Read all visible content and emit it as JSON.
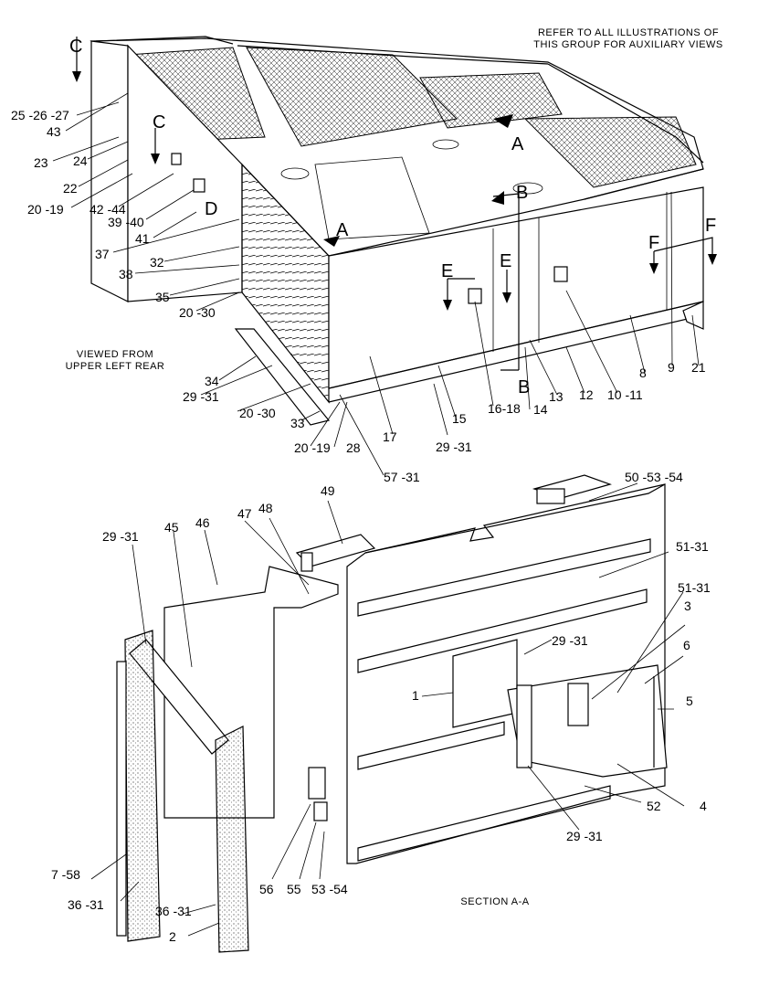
{
  "notes": {
    "refer_line1": "REFER TO ALL ILLUSTRATIONS OF",
    "refer_line2": "THIS GROUP FOR AUXILIARY VIEWS",
    "viewed_line1": "VIEWED FROM",
    "viewed_line2": "UPPER LEFT REAR",
    "section": "SECTION A-A"
  },
  "view_markers": {
    "C1": "C",
    "C2": "C",
    "D": "D",
    "A_top": "A",
    "A_left": "A",
    "B_top": "B",
    "B_bottom": "B",
    "E1": "E",
    "E2": "E",
    "F1": "F",
    "F2": "F"
  },
  "callouts_top": {
    "l25": "25 -26 -27",
    "l43": "43",
    "l23": "23",
    "l24": "24",
    "l22": "22",
    "l20_19a": "20 -19",
    "l42_44": "42 -44",
    "l39_40": "39 -40",
    "l41": "41",
    "l37": "37",
    "l32": "32",
    "l38": "38",
    "l35": "35",
    "l20_30a": "20 -30",
    "l34": "34",
    "l29_31a": "29 -31",
    "l20_30b": "20 -30",
    "l33": "33",
    "l20_19b": "20 -19",
    "l28": "28",
    "l57_31": "57 -31",
    "l17": "17",
    "l29_31b": "29 -31",
    "l15": "15",
    "l16_18": "16-18",
    "l14": "14",
    "l13": "13",
    "l12": "12",
    "l10_11": "10 -11",
    "l8": "8",
    "l9": "9",
    "l21": "21"
  },
  "callouts_bottom": {
    "l50": "50 -53 -54",
    "l49": "49",
    "l48": "48",
    "l47": "47",
    "l46": "46",
    "l45": "45",
    "l29_31c": "29 -31",
    "l51_31a": "51-31",
    "l51_31b": "51-31",
    "l3": "3",
    "l6": "6",
    "l5": "5",
    "l29_31d": "29 -31",
    "l1": "1",
    "l4": "4",
    "l52": "52",
    "l29_31e": "29 -31",
    "l56": "56",
    "l55": "55",
    "l53_54": "53 -54",
    "l7_58": "7 -58",
    "l36_31a": "36 -31",
    "l36_31b": "36 -31",
    "l2": "2"
  }
}
